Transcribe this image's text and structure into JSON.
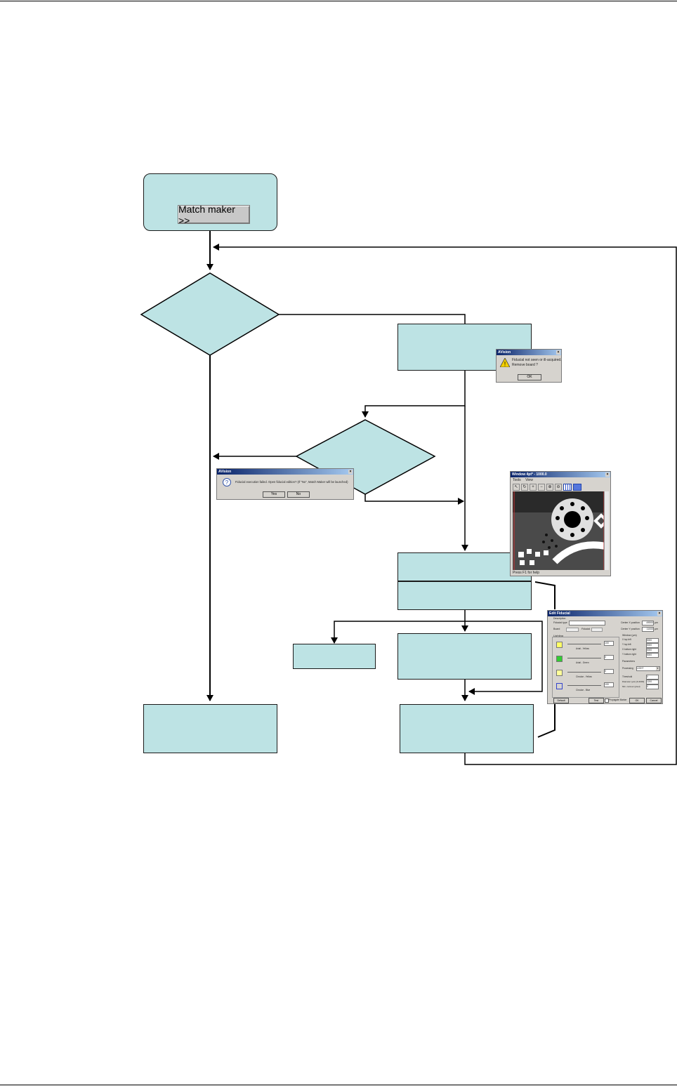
{
  "start_node": {
    "button_label": "Match maker >>"
  },
  "dialogs": {
    "warning": {
      "title": "AVision",
      "message": "Fiducial not seen or ill-acquired.",
      "message2": "Remove board ?",
      "ok_label": "OK"
    },
    "question": {
      "title": "AVision",
      "message": "Fiducial execution failed. Open fiducial edition? (If \"No\", Match Maker will be launched)",
      "yes_label": "Yes",
      "no_label": "No"
    },
    "viewer": {
      "title": "Window 4pt* - 1000.0",
      "menu": [
        "Tools",
        "View"
      ],
      "status": "Press F1 for help"
    },
    "edit_fiducial": {
      "title": "Edit Fiducial",
      "description_label": "Description",
      "fiducial_type_label": "Fiducial type",
      "board_label": "Board",
      "fiducial_label": "Fiducial",
      "center_x_label": "Center X position",
      "center_x_value": "49500",
      "center_y_label": "Center Y position",
      "center_y_value": "11000",
      "unit": "µm",
      "lighting_label": "Lighting",
      "window_label": "Window (µm)",
      "sliders": [
        {
          "label": "Axial - Yellow",
          "value": "100",
          "color": "#ffff66"
        },
        {
          "label": "Axial - Green",
          "value": "0",
          "color": "#33cc33"
        },
        {
          "label": "Circular - Yellow",
          "value": "0",
          "color": "#ffff99"
        },
        {
          "label": "Circular - Blue",
          "value": "100",
          "color": "#3344cc"
        }
      ],
      "window_fields": [
        {
          "label": "X top left",
          "value": "5000"
        },
        {
          "label": "Y top left",
          "value": "5000"
        },
        {
          "label": "X bottom right",
          "value": "5000"
        },
        {
          "label": "Y bottom right",
          "value": "5000"
        }
      ],
      "parameters_label": "Parameters",
      "processing_label": "Processing",
      "processing_value": "LIGHT",
      "threshold_label": "Threshold",
      "threshold_value": "0",
      "diameter_label": "Diameter (µm) [0-4000]",
      "diameter_value": "1200",
      "min_contour_label": "Min. contour (pixel)",
      "min_contour_value": "0",
      "default_label": "Default",
      "test_label": "Test",
      "propagate_label": "Propagate Marker",
      "ok_label": "OK",
      "cancel_label": "Cancel"
    }
  },
  "colors": {
    "node_fill": "#bde3e4",
    "line": "#000000"
  }
}
